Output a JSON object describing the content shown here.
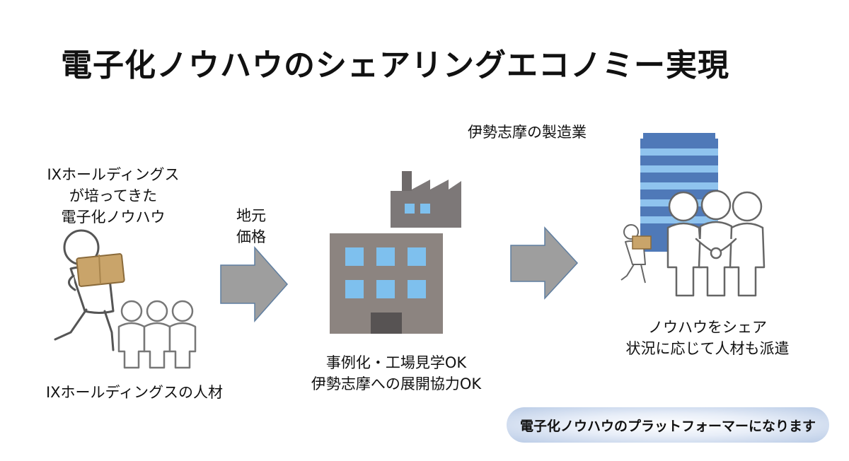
{
  "title": "電子化ノウハウのシェアリングエコノミー実現",
  "left": {
    "heading_lines": [
      "IXホールディングス",
      "が培ってきた",
      "電子化ノウハウ"
    ],
    "caption": "IXホールディングスの人材"
  },
  "arrow1": {
    "label_lines": [
      "地元",
      "価格"
    ]
  },
  "middle": {
    "caption_lines": [
      "事例化・工場見学OK",
      "伊勢志摩への展開協力OK"
    ]
  },
  "right": {
    "heading": "伊勢志摩の製造業",
    "caption_lines": [
      "ノウハウをシェア",
      "状況に応じて人材も派遣"
    ]
  },
  "footer": {
    "pill": "電子化ノウハウのプラットフォーマーになります"
  },
  "colors": {
    "arrow": "#9e9e9e",
    "building": "#8c8480",
    "window": "#7ec0ee",
    "box": "#c9a46a",
    "tower_stripe": "#6aa3d8"
  }
}
